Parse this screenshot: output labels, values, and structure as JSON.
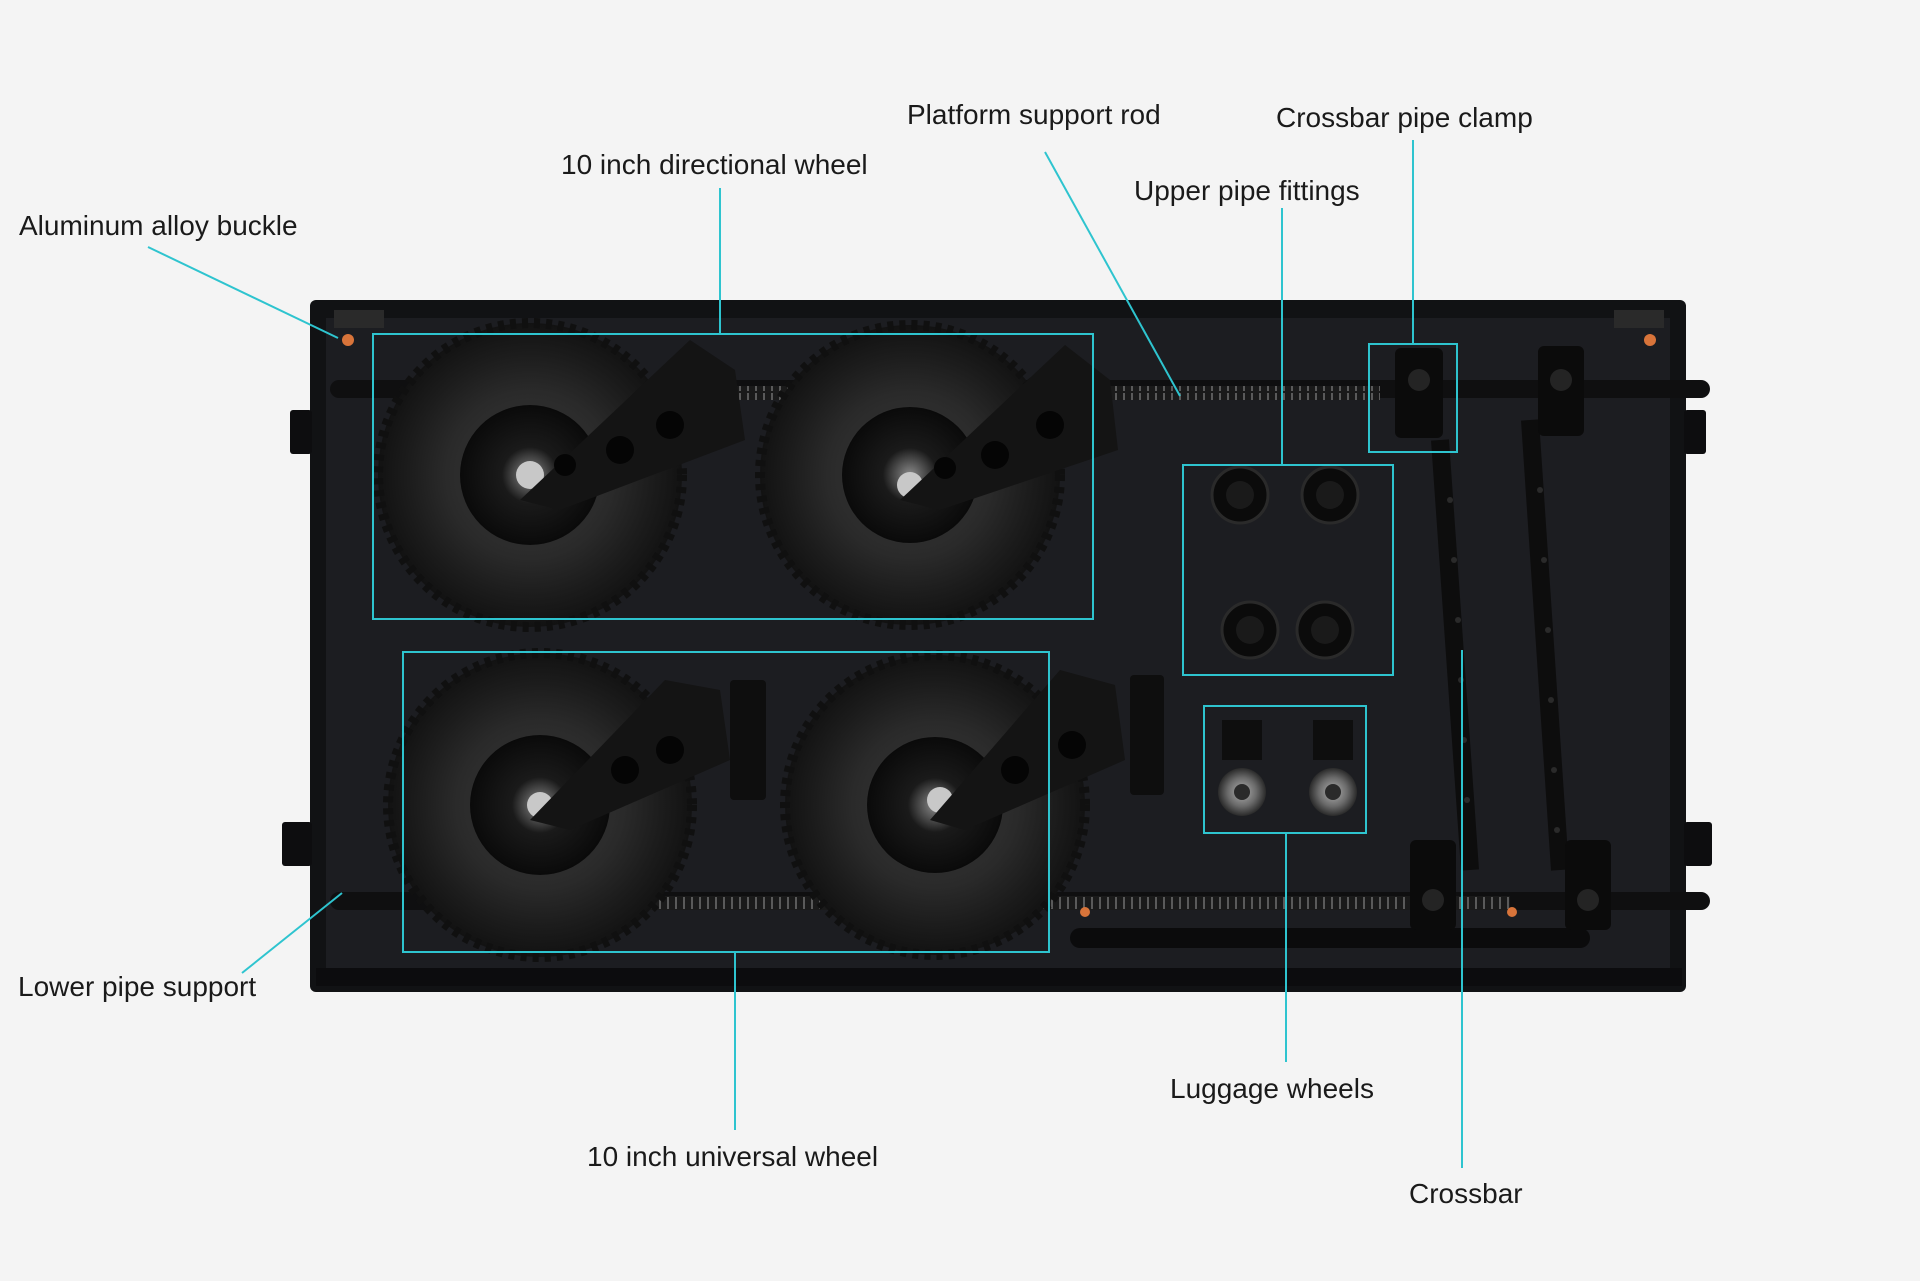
{
  "accent_color": "#2ec4cf",
  "background_color": "#f4f4f4",
  "labels": {
    "aluminum_alloy_buckle": "Aluminum alloy buckle",
    "directional_wheel": "10 inch directional wheel",
    "platform_support_rod": "Platform support rod",
    "crossbar_pipe_clamp": "Crossbar pipe clamp",
    "upper_pipe_fittings": "Upper pipe fittings",
    "lower_pipe_support": "Lower pipe support",
    "universal_wheel": "10 inch universal wheel",
    "luggage_wheels": "Luggage wheels",
    "crossbar": "Crossbar"
  }
}
